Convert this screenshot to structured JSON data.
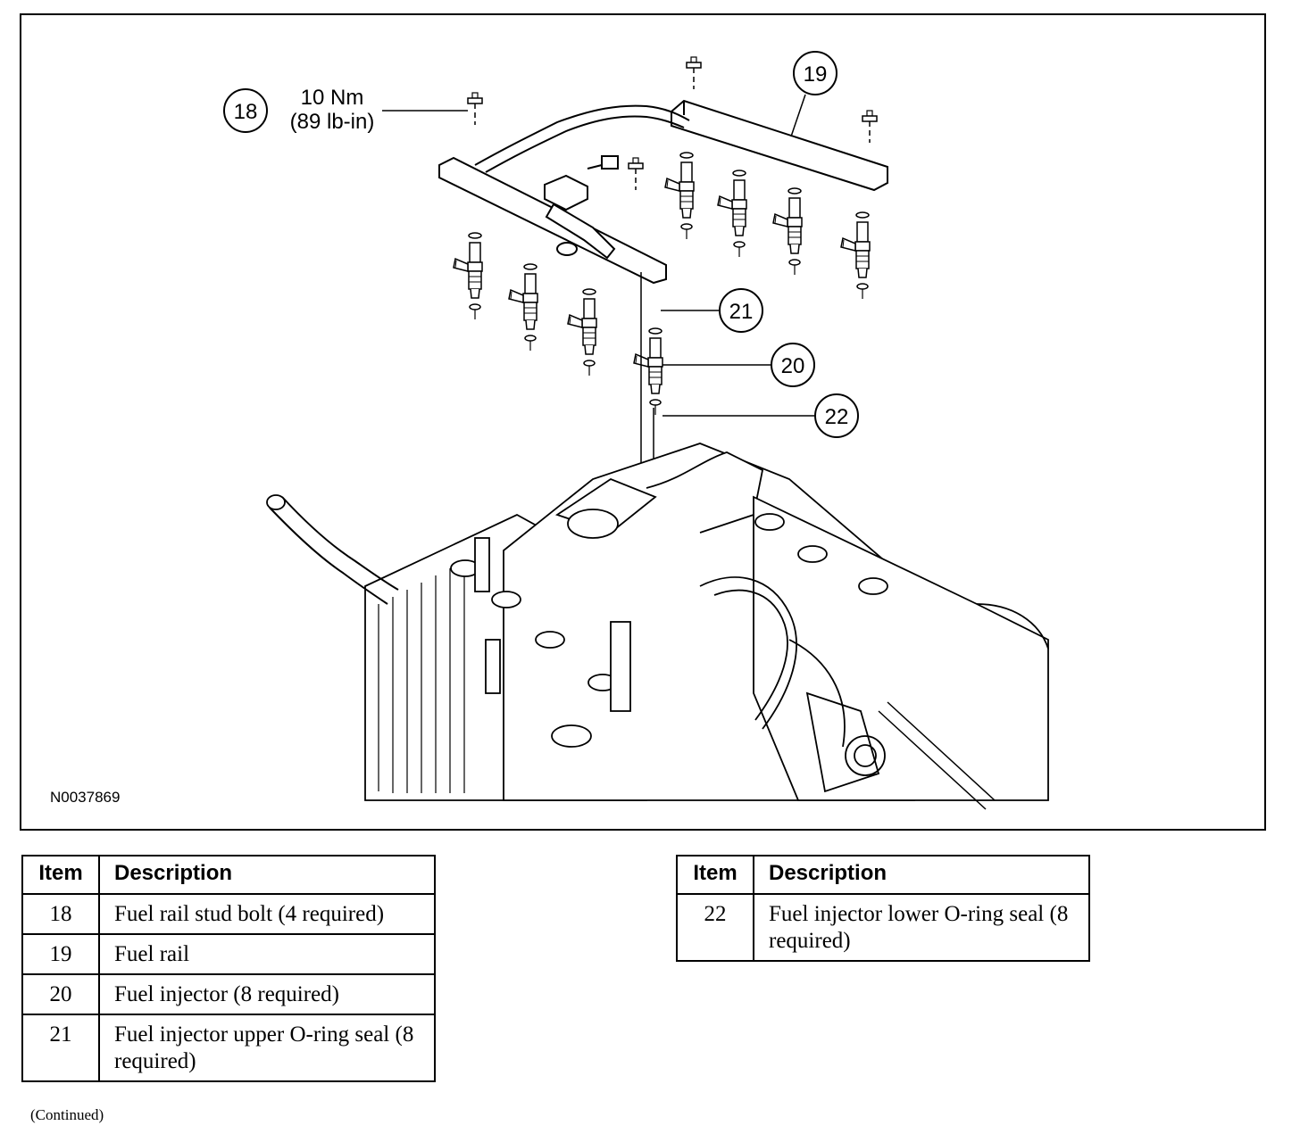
{
  "figure": {
    "figure_id": "N0037869",
    "callouts": [
      {
        "number": "18",
        "torque_line1": "10 Nm",
        "torque_line2": "(89 lb-in)"
      },
      {
        "number": "19"
      },
      {
        "number": "20"
      },
      {
        "number": "21"
      },
      {
        "number": "22"
      }
    ]
  },
  "legend_left": {
    "header_item": "Item",
    "header_description": "Description",
    "rows": [
      {
        "item": "18",
        "description": "Fuel rail stud bolt (4 required)"
      },
      {
        "item": "19",
        "description": "Fuel rail"
      },
      {
        "item": "20",
        "description": "Fuel injector (8 required)"
      },
      {
        "item": "21",
        "description": "Fuel injector upper O-ring seal (8 required)"
      }
    ]
  },
  "legend_right": {
    "header_item": "Item",
    "header_description": "Description",
    "rows": [
      {
        "item": "22",
        "description": "Fuel injector lower O-ring seal (8 required)"
      }
    ]
  },
  "footer": {
    "continued": "(Continued)"
  }
}
